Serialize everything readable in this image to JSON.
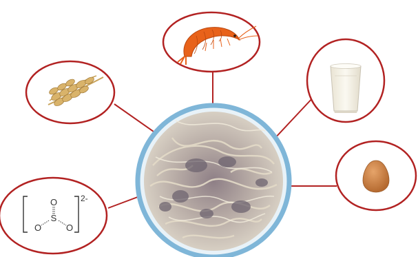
{
  "figure": {
    "center": {
      "icon": "seafood-pasta-bowl"
    },
    "callouts": [
      {
        "id": "wheat",
        "icon": "wheat-icon"
      },
      {
        "id": "shrimp",
        "icon": "shrimp-icon"
      },
      {
        "id": "milk",
        "icon": "milk-glass-icon"
      },
      {
        "id": "egg",
        "icon": "egg-icon"
      },
      {
        "id": "sulfite",
        "icon": "sulfite-structure-icon"
      }
    ],
    "sulfite": {
      "atom_s": "S",
      "atom_o": "O",
      "charge": "2-"
    },
    "colors": {
      "circle_stroke": "#b22222",
      "connector": "#b22222",
      "bowl_rim": "#7fb6d8",
      "shrimp": "#e8621a",
      "wheat": "#d9b36a",
      "egg": "#c97a3e",
      "milk": "#f3efe2"
    }
  }
}
